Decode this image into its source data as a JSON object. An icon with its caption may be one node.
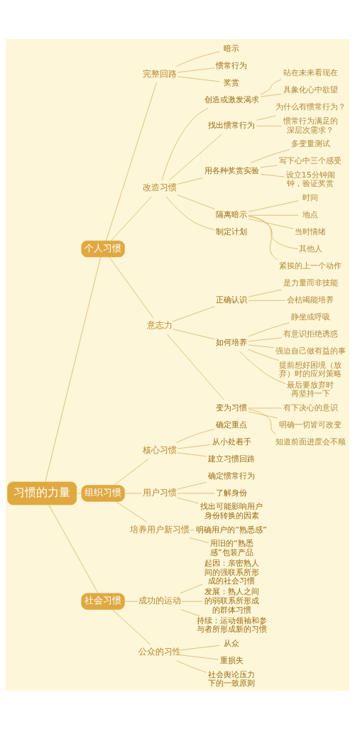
{
  "diagram": {
    "nodes": [
      {
        "text": [
          "习惯的力量"
        ]
      },
      {
        "text": [
          "个人习惯"
        ]
      },
      {
        "text": [
          "完整回路"
        ]
      },
      {
        "text": [
          "暗示"
        ]
      },
      {
        "text": [
          "惯常行为"
        ]
      },
      {
        "text": [
          "奖赏"
        ]
      },
      {
        "text": [
          "改造习惯"
        ]
      },
      {
        "text": [
          "创造或激发渴求"
        ]
      },
      {
        "text": [
          "站在未来看现在"
        ]
      },
      {
        "text": [
          "具象化心中欲望"
        ]
      },
      {
        "text": [
          "找出惯常行为"
        ]
      },
      {
        "text": [
          "为什么有惯常行为？"
        ]
      },
      {
        "text": [
          "惯常行为满足的深层次需求？"
        ]
      },
      {
        "text": [
          "用各种奖赏实验"
        ]
      },
      {
        "text": [
          "多变量测试"
        ]
      },
      {
        "text": [
          "写下心中三个感受"
        ]
      },
      {
        "text": [
          "设立15分钟闹钟，验证奖赏"
        ]
      },
      {
        "text": [
          "隔离暗示"
        ]
      },
      {
        "text": [
          "时间"
        ]
      },
      {
        "text": [
          "地点"
        ]
      },
      {
        "text": [
          "当时情绪"
        ]
      },
      {
        "text": [
          "其他人"
        ]
      },
      {
        "text": [
          "紧挨的上一个动作"
        ]
      },
      {
        "text": [
          "制定计划"
        ]
      },
      {
        "text": [
          "意志力"
        ]
      },
      {
        "text": [
          "正确认识"
        ]
      },
      {
        "text": [
          "是力量而非技能"
        ]
      },
      {
        "text": [
          "会枯竭能培养"
        ]
      },
      {
        "text": [
          "如何培养"
        ]
      },
      {
        "text": [
          "静坐或呼吸"
        ]
      },
      {
        "text": [
          "有意识拒绝诱惑"
        ]
      },
      {
        "text": [
          "强迫自己做有益的事"
        ]
      },
      {
        "text": [
          "提前想好困境（放弃）时的应对策略"
        ]
      },
      {
        "text": [
          "最后要放弃时再坚持一下"
        ]
      },
      {
        "text": [
          "变为习惯"
        ]
      },
      {
        "text": [
          "有下决心的意识"
        ]
      },
      {
        "text": [
          "明确一切皆可改变"
        ]
      },
      {
        "text": [
          "知道前面进度会不顺"
        ]
      },
      {
        "text": [
          "组织习惯"
        ]
      },
      {
        "text": [
          "核心习惯"
        ]
      },
      {
        "text": [
          "确定重点"
        ]
      },
      {
        "text": [
          "从小处着手"
        ]
      },
      {
        "text": [
          "建立习惯回路"
        ]
      },
      {
        "text": [
          "用户习惯"
        ]
      },
      {
        "text": [
          "确定惯常行为"
        ]
      },
      {
        "text": [
          "了解身份"
        ]
      },
      {
        "text": [
          "找出可能影响用户身份转换的因素"
        ]
      },
      {
        "text": [
          "培养用户新习惯"
        ]
      },
      {
        "text": [
          "明确用户的“熟悉感”"
        ]
      },
      {
        "text": [
          "用旧的“熟悉感”包装产品"
        ]
      },
      {
        "text": [
          "社会习惯"
        ]
      },
      {
        "text": [
          "成功的运动"
        ]
      },
      {
        "text": [
          "起因：亲密熟人间的强联系所形成的社会习惯"
        ]
      },
      {
        "text": [
          "发展：熟人之间的弱联系所形成的群体习惯"
        ]
      },
      {
        "text": [
          "持续：运动领袖和参与者所形成新的习惯"
        ]
      },
      {
        "text": [
          "公众的习性"
        ]
      },
      {
        "text": [
          "从众"
        ]
      },
      {
        "text": [
          "重损失"
        ]
      },
      {
        "text": [
          "社会舆论压力下的一致原则"
        ]
      }
    ],
    "edges": [
      {
        "from": 0,
        "to": 1,
        "arrow": "none"
      },
      {
        "from": 1,
        "to": 2,
        "arrow": "none"
      },
      {
        "from": 2,
        "to": 3,
        "arrow": "none"
      },
      {
        "from": 2,
        "to": 4,
        "arrow": "none"
      },
      {
        "from": 2,
        "to": 5,
        "arrow": "none"
      },
      {
        "from": 1,
        "to": 6,
        "arrow": "none"
      },
      {
        "from": 6,
        "to": 7,
        "arrow": "none"
      },
      {
        "from": 7,
        "to": 8,
        "arrow": "none"
      },
      {
        "from": 7,
        "to": 9,
        "arrow": "none"
      },
      {
        "from": 6,
        "to": 10,
        "arrow": "none"
      },
      {
        "from": 10,
        "to": 11,
        "arrow": "none"
      },
      {
        "from": 10,
        "to": 12,
        "arrow": "none"
      },
      {
        "from": 6,
        "to": 13,
        "arrow": "none"
      },
      {
        "from": 13,
        "to": 14,
        "arrow": "none"
      },
      {
        "from": 13,
        "to": 15,
        "arrow": "none"
      },
      {
        "from": 13,
        "to": 16,
        "arrow": "none"
      },
      {
        "from": 6,
        "to": 17,
        "arrow": "none"
      },
      {
        "from": 17,
        "to": 18,
        "arrow": "none"
      },
      {
        "from": 17,
        "to": 19,
        "arrow": "none"
      },
      {
        "from": 17,
        "to": 20,
        "arrow": "none"
      },
      {
        "from": 17,
        "to": 21,
        "arrow": "none"
      },
      {
        "from": 17,
        "to": 22,
        "arrow": "none"
      },
      {
        "from": 6,
        "to": 23,
        "arrow": "none"
      },
      {
        "from": 1,
        "to": 24,
        "arrow": "none"
      },
      {
        "from": 24,
        "to": 25,
        "arrow": "none"
      },
      {
        "from": 25,
        "to": 26,
        "arrow": "none"
      },
      {
        "from": 25,
        "to": 27,
        "arrow": "none"
      },
      {
        "from": 24,
        "to": 28,
        "arrow": "none"
      },
      {
        "from": 28,
        "to": 29,
        "arrow": "none"
      },
      {
        "from": 28,
        "to": 30,
        "arrow": "none"
      },
      {
        "from": 28,
        "to": 31,
        "arrow": "none"
      },
      {
        "from": 28,
        "to": 32,
        "arrow": "none"
      },
      {
        "from": 28,
        "to": 33,
        "arrow": "none"
      },
      {
        "from": 24,
        "to": 34,
        "arrow": "none"
      },
      {
        "from": 34,
        "to": 35,
        "arrow": "none"
      },
      {
        "from": 34,
        "to": 36,
        "arrow": "none"
      },
      {
        "from": 34,
        "to": 37,
        "arrow": "none"
      },
      {
        "from": 0,
        "to": 38,
        "arrow": "none"
      },
      {
        "from": 38,
        "to": 39,
        "arrow": "none"
      },
      {
        "from": 39,
        "to": 40,
        "arrow": "none"
      },
      {
        "from": 39,
        "to": 41,
        "arrow": "none"
      },
      {
        "from": 39,
        "to": 42,
        "arrow": "none"
      },
      {
        "from": 38,
        "to": 43,
        "arrow": "none"
      },
      {
        "from": 43,
        "to": 44,
        "arrow": "none"
      },
      {
        "from": 43,
        "to": 45,
        "arrow": "none"
      },
      {
        "from": 43,
        "to": 46,
        "arrow": "none"
      },
      {
        "from": 38,
        "to": 47,
        "arrow": "none"
      },
      {
        "from": 47,
        "to": 48,
        "arrow": "none"
      },
      {
        "from": 47,
        "to": 49,
        "arrow": "none"
      },
      {
        "from": 0,
        "to": 50,
        "arrow": "none"
      },
      {
        "from": 50,
        "to": 51,
        "arrow": "none"
      },
      {
        "from": 51,
        "to": 52,
        "arrow": "none"
      },
      {
        "from": 51,
        "to": 53,
        "arrow": "none"
      },
      {
        "from": 51,
        "to": 54,
        "arrow": "none"
      },
      {
        "from": 50,
        "to": 55,
        "arrow": "none"
      },
      {
        "from": 55,
        "to": 56,
        "arrow": "none"
      },
      {
        "from": 55,
        "to": 57,
        "arrow": "none"
      },
      {
        "from": 55,
        "to": 58,
        "arrow": "none"
      }
    ]
  }
}
